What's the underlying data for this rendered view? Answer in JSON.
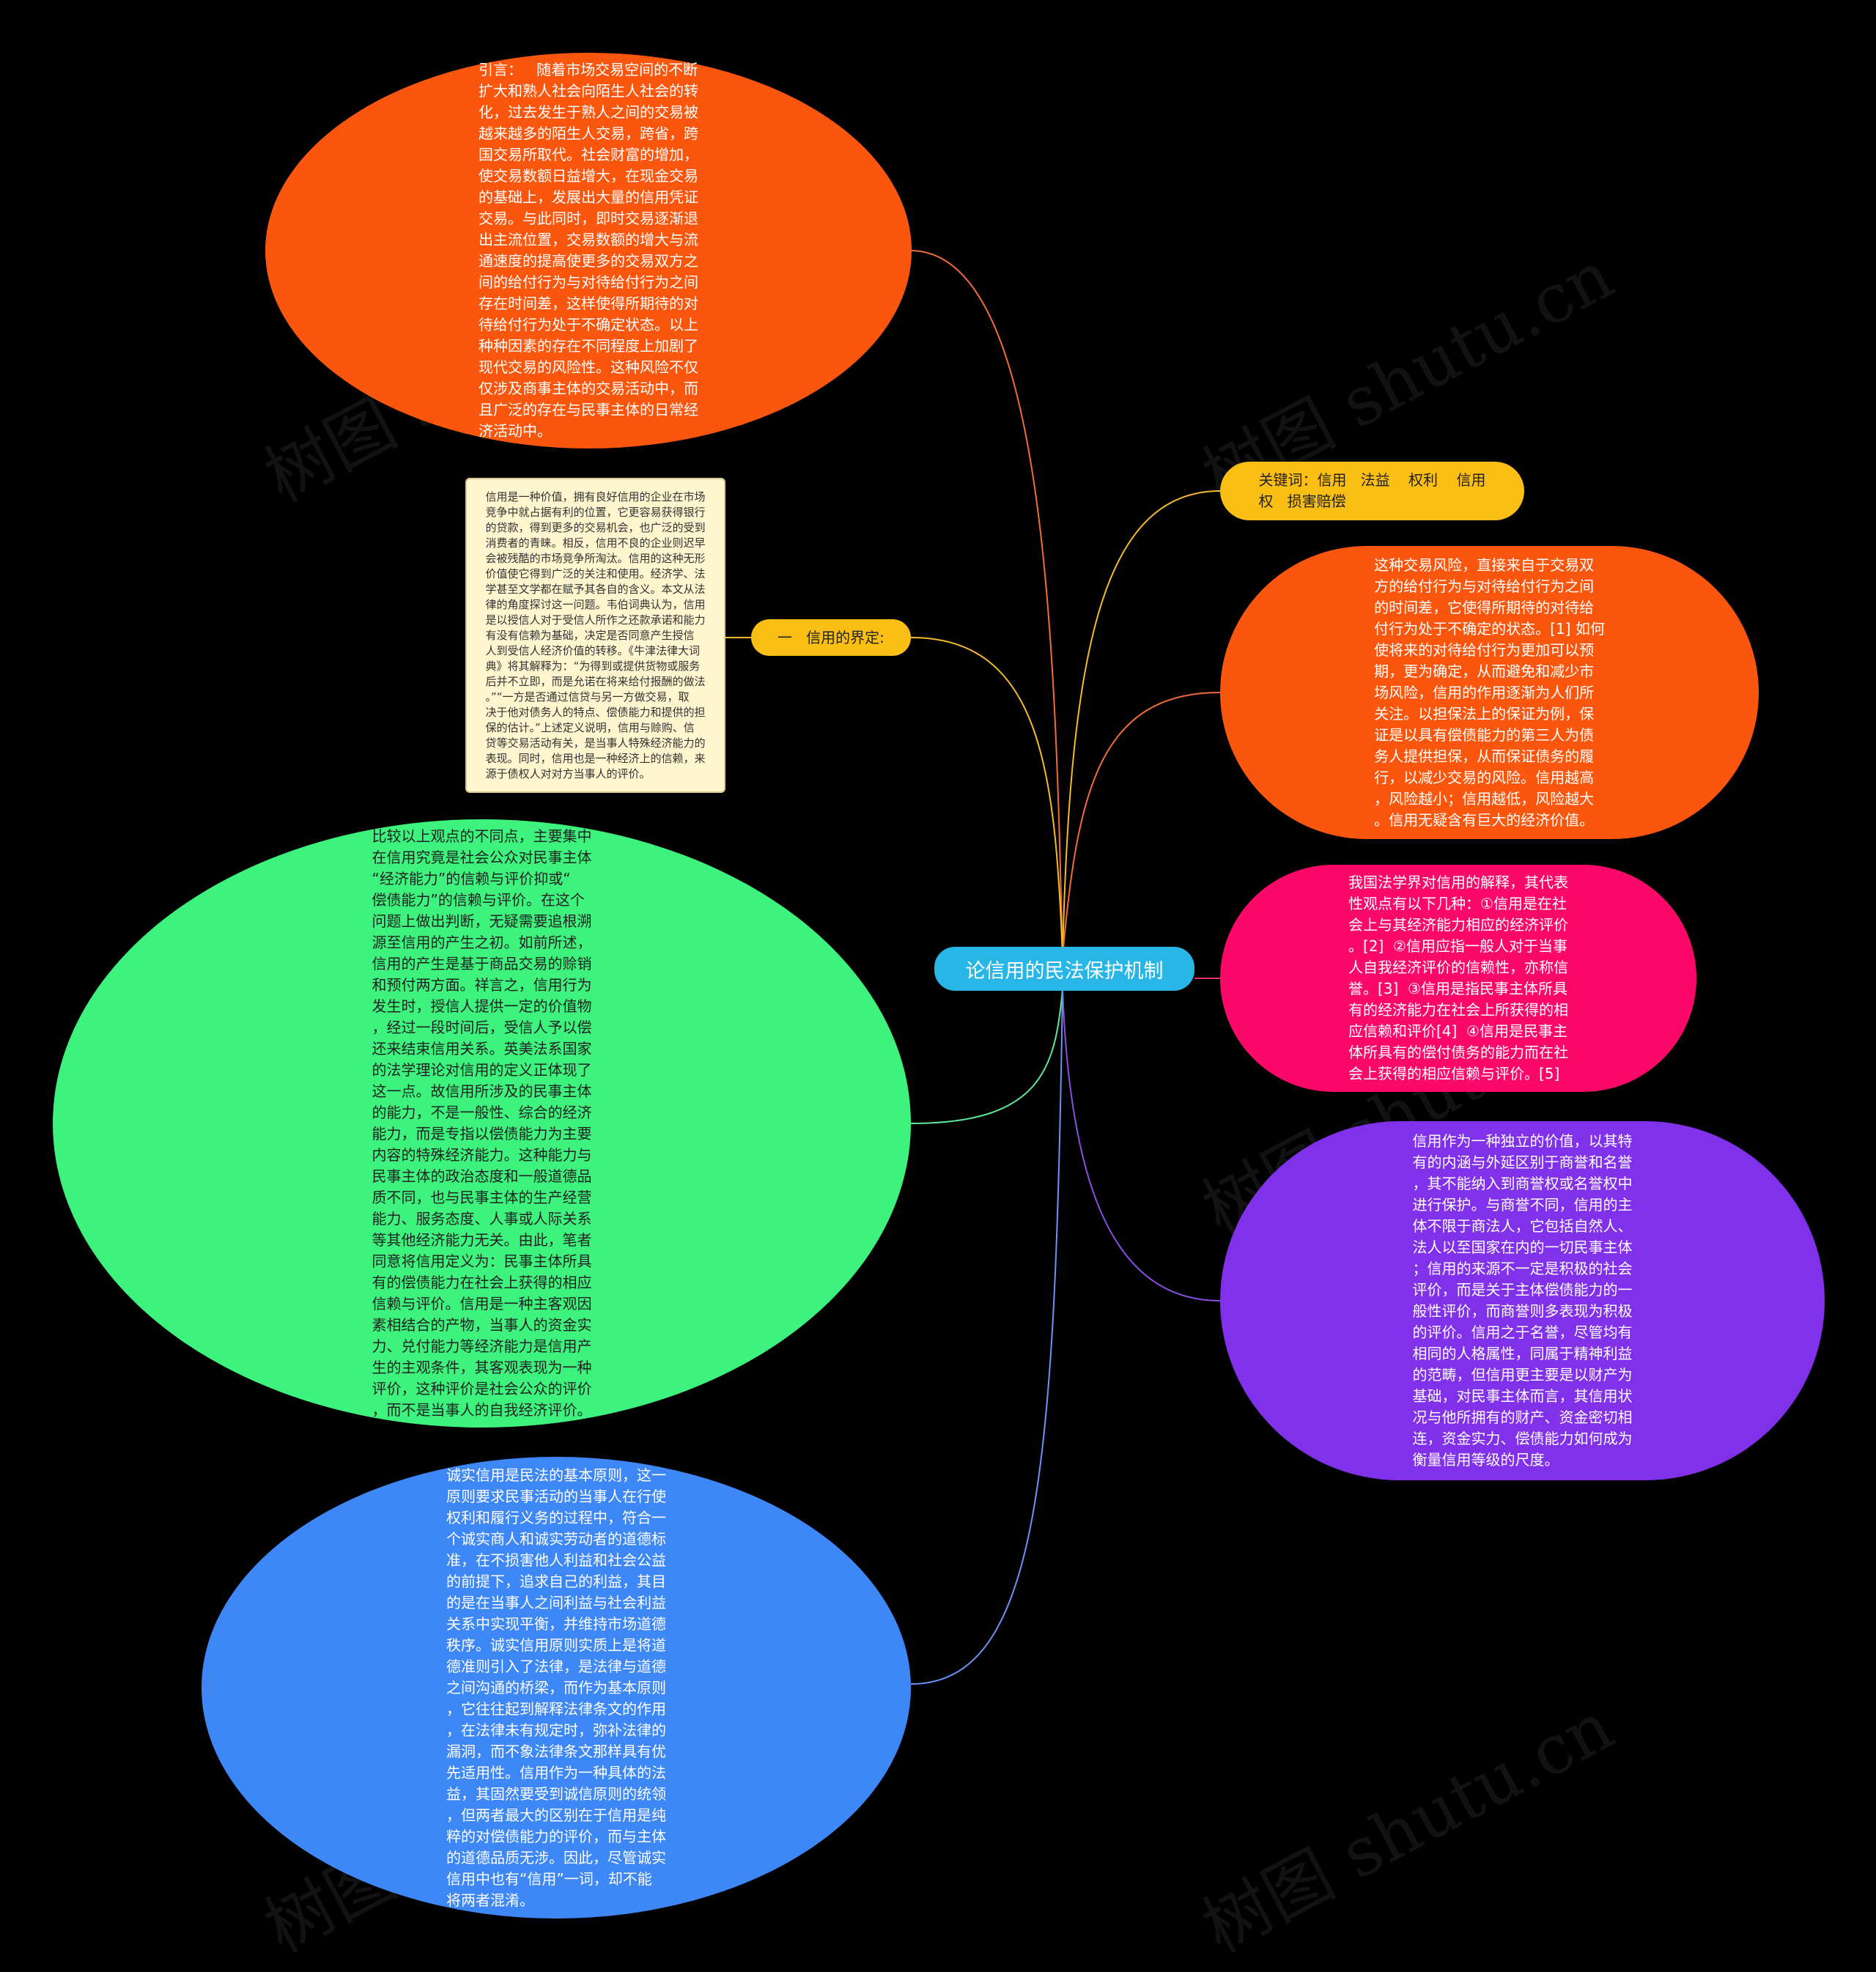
{
  "title": "论信用的民法保护机制",
  "watermark": "树图 shutu.cn",
  "colors": {
    "background": "#000000",
    "center": "#27b6e6",
    "intro": "#fb560d",
    "keywords": "#fbbe14",
    "risk": "#fb560d",
    "law_views": "#fb0869",
    "independent": "#8131ea",
    "compare": "#3df27d",
    "honesty": "#3d87f7",
    "definition": "#fbbe14",
    "note": "#fff5cf"
  },
  "nodes": {
    "intro": "引言：   随着市场交易空间的不断\n扩大和熟人社会向陌生人社会的转\n化，过去发生于熟人之间的交易被\n越来越多的陌生人交易，跨省，跨\n国交易所取代。社会财富的增加，\n使交易数额日益增大，在现金交易\n的基础上，发展出大量的信用凭证\n交易。与此同时，即时交易逐渐退\n出主流位置，交易数额的增大与流\n通速度的提高使更多的交易双方之\n间的给付行为与对待给付行为之间\n存在时间差，这样使得所期待的对\n待给付行为处于不确定状态。以上\n种种因素的存在不同程度上加剧了\n现代交易的风险性。这种风险不仅\n仅涉及商事主体的交易活动中，而\n且广泛的存在与民事主体的日常经\n济活动中。",
    "keywords": "关键词：信用   法益    权利    信用\n权   损害赔偿",
    "risk": "这种交易风险，直接来自于交易双\n方的给付行为与对待给付行为之间\n的时间差，它使得所期待的对待给\n付行为处于不确定的状态。[1] 如何\n使将来的对待给付行为更加可以预\n期，更为确定，从而避免和减少市\n场风险，信用的作用逐渐为人们所\n关注。以担保法上的保证为例，保\n证是以具有偿债能力的第三人为债\n务人提供担保，从而保证债务的履\n行，以减少交易的风险。信用越高\n，风险越小；信用越低，风险越大\n。信用无疑含有巨大的经济价值。",
    "law_views": "我国法学界对信用的解释，其代表\n性观点有以下几种：①信用是在社\n会上与其经济能力相应的经济评价\n。[2]  ②信用应指一般人对于当事\n人自我经济评价的信赖性，亦称信\n誉。[3]  ③信用是指民事主体所具\n有的经济能力在社会上所获得的相\n应信赖和评价[4]  ④信用是民事主\n体所具有的偿付债务的能力而在社\n会上获得的相应信赖与评价。[5]",
    "independent": "信用作为一种独立的价值，以其特\n有的内涵与外延区别于商誉和名誉\n，其不能纳入到商誉权或名誉权中\n进行保护。与商誉不同，信用的主\n体不限于商法人，它包括自然人、\n法人以至国家在内的一切民事主体\n；信用的来源不一定是积极的社会\n评价，而是关于主体偿债能力的一\n般性评价，而商誉则多表现为积极\n的评价。信用之于名誉，尽管均有\n相同的人格属性，同属于精神利益\n的范畴，但信用更主要是以财产为\n基础，对民事主体而言，其信用状\n况与他所拥有的财产、资金密切相\n连，资金实力、偿债能力如何成为\n衡量信用等级的尺度。",
    "definition": "一   信用的界定:",
    "definition_note": "信用是一种价值，拥有良好信用的企业在市场\n竞争中就占据有利的位置，它更容易获得银行\n的贷款，得到更多的交易机会，也广泛的受到\n消费者的青睐。相反，信用不良的企业则迟早\n会被残酷的市场竞争所淘汰。信用的这种无形\n价值使它得到广泛的关注和使用。经济学、法\n学甚至文学都在赋予其各自的含义。本文从法\n律的角度探讨这一问题。韦伯词典认为，信用\n是以授信人对于受信人所作之还款承诺和能力\n有没有信赖为基础，决定是否同意产生授信\n人到受信人经济价值的转移。《牛津法律大词\n典》将其解释为：“为得到或提供货物或服务\n后并不立即，而是允诺在将来给付报酬的做法\n。”“一方是否通过信贷与另一方做交易，取\n决于他对债务人的特点、偿债能力和提供的担\n保的估计。”上述定义说明，信用与赊购、信\n贷等交易活动有关，是当事人特殊经济能力的\n表现。同时，信用也是一种经济上的信赖，来\n源于债权人对对方当事人的评价。",
    "compare": "比较以上观点的不同点，主要集中\n在信用究竟是社会公众对民事主体\n“经济能力”的信赖与评价抑或“\n偿债能力”的信赖与评价。在这个\n问题上做出判断，无疑需要追根溯\n源至信用的产生之初。如前所述，\n信用的产生是基于商品交易的赊销\n和预付两方面。祥言之，信用行为\n发生时，授信人提供一定的价值物\n，经过一段时间后，受信人予以偿\n还来结束信用关系。英美法系国家\n的法学理论对信用的定义正体现了\n这一点。故信用所涉及的民事主体\n的能力，不是一般性、综合的经济\n能力，而是专指以偿债能力为主要\n内容的特殊经济能力。这种能力与\n民事主体的政治态度和一般道德品\n质不同，也与民事主体的生产经营\n能力、服务态度、人事或人际关系\n等其他经济能力无关。由此，笔者\n同意将信用定义为：民事主体所具\n有的偿债能力在社会上获得的相应\n信赖与评价。信用是一种主客观因\n素相结合的产物，当事人的资金实\n力、兑付能力等经济能力是信用产\n生的主观条件，其客观表现为一种\n评价，这种评价是社会公众的评价\n，而不是当事人的自我经济评价。",
    "honesty": "诚实信用是民法的基本原则，这一\n原则要求民事活动的当事人在行使\n权利和履行义务的过程中，符合一\n个诚实商人和诚实劳动者的道德标\n准，在不损害他人利益和社会公益\n的前提下，追求自己的利益，其目\n的是在当事人之间利益与社会利益\n关系中实现平衡，并维持市场道德\n秩序。诚实信用原则实质上是将道\n德准则引入了法律，是法律与道德\n之间沟通的桥梁，而作为基本原则\n，它往往起到解释法律条文的作用\n，在法律未有规定时，弥补法律的\n漏洞，而不象法律条文那样具有优\n先适用性。信用作为一种具体的法\n益，其固然要受到诚信原则的统领\n，但两者最大的区别在于信用是纯\n粹的对偿债能力的评价，而与主体\n的道德品质无涉。因此，尽管诚实\n信用中也有“信用”一词，却不能\n将两者混淆。"
  }
}
